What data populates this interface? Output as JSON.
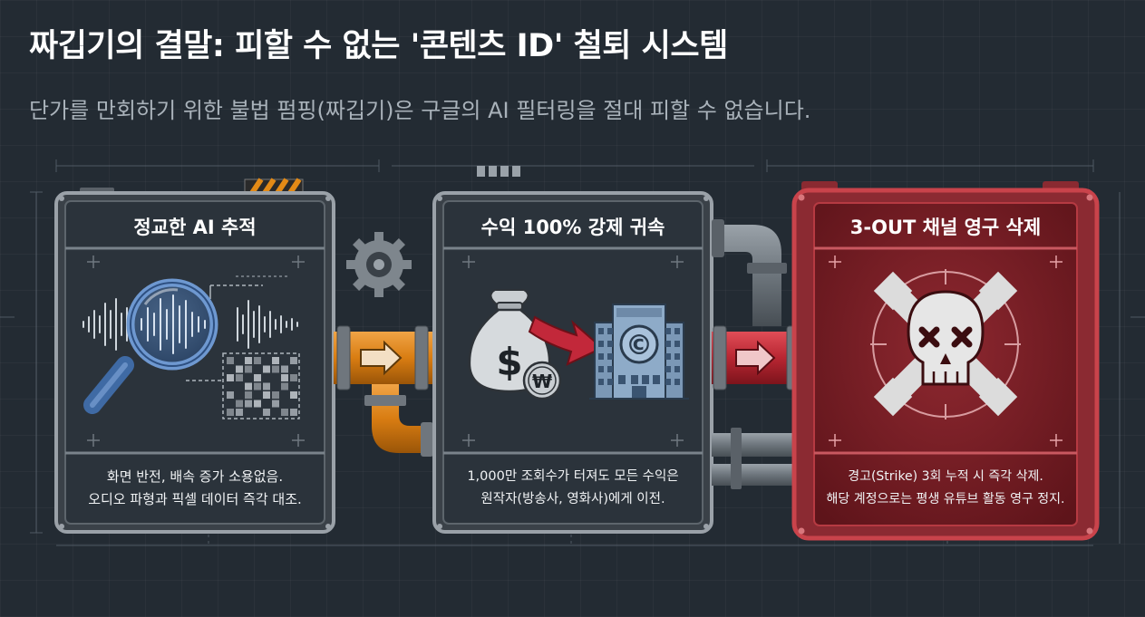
{
  "header": {
    "title": "짜깁기의 결말: 피할 수 없는 '콘텐츠 ID' 철퇴 시스템",
    "subtitle": "단가를 만회하기 위한 불법 펌핑(짜깁기)은 구글의 AI 필터링을 절대 피할 수 없습니다."
  },
  "panels": [
    {
      "title": "정교한 AI 추적",
      "desc_line1": "화면 반전, 배속 증가 소용없음.",
      "desc_line2": "오디오 파형과 픽셀 데이터 즉각 대조.",
      "icon": "magnifier-waveform-icon"
    },
    {
      "title": "수익 100% 강제 귀속",
      "desc_line1": "1,000만 조회수가 터져도 모든 수익은",
      "desc_line2": "원작자(방송사, 영화사)에게 이전.",
      "icon": "money-to-copyright-icon",
      "dollar_symbol": "$",
      "won_symbol": "₩",
      "copyright_symbol": "©"
    },
    {
      "title": "3-OUT 채널 영구 삭제",
      "desc_line1": "경고(Strike) 3회 누적 시 즉각 삭제.",
      "desc_line2": "해당 계정으로는 평생 유튜브 활동 영구 정지.",
      "icon": "skull-crossbones-icon"
    }
  ],
  "colors": {
    "background": "#232b33",
    "panel_fill": "#2b333b",
    "panel_frame": "#8d949b",
    "danger_fill": "#7a1e24",
    "danger_frame": "#c0323a",
    "pipe_orange": "#e08a1e",
    "pipe_red": "#c2313c",
    "magnifier_blue": "#4f7fc0"
  }
}
